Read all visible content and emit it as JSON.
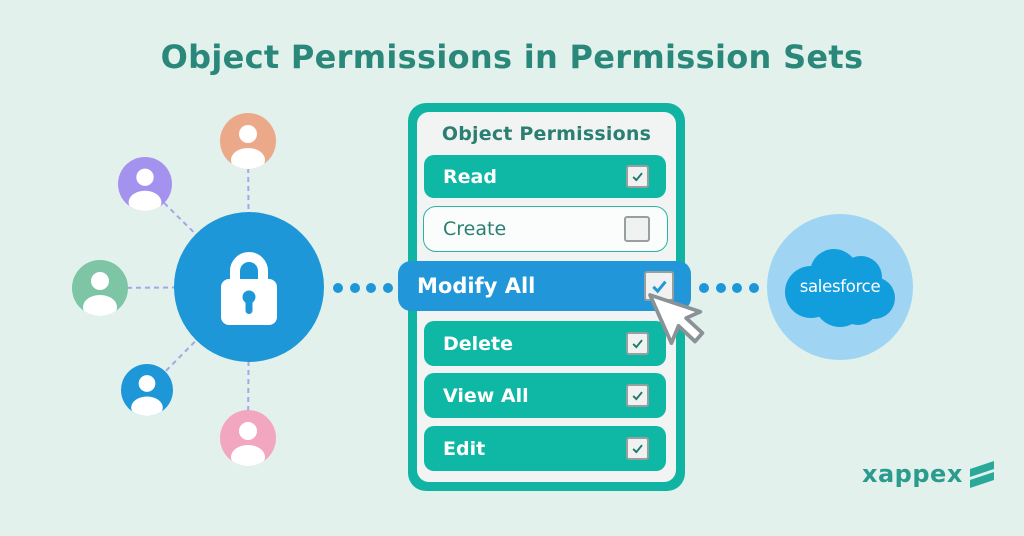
{
  "title": "Object Permissions in Permission Sets",
  "permissions_card": {
    "header": "Object Permissions",
    "rows": [
      {
        "label": "Read",
        "checked": true,
        "style": "teal"
      },
      {
        "label": "Create",
        "checked": false,
        "style": "outline"
      },
      {
        "label": "Modify All",
        "checked": true,
        "style": "blue-highlight-selected"
      },
      {
        "label": "Delete",
        "checked": true,
        "style": "teal"
      },
      {
        "label": "View All",
        "checked": true,
        "style": "teal"
      },
      {
        "label": "Edit",
        "checked": true,
        "style": "teal"
      }
    ]
  },
  "salesforce": {
    "label": "salesforce"
  },
  "branding": {
    "logo_text": "xappex"
  },
  "diagram": {
    "hub_icon": "lock-icon",
    "users": [
      {
        "name": "user-top",
        "color": "#eca98a"
      },
      {
        "name": "user-upper-left",
        "color": "#a492ef"
      },
      {
        "name": "user-left",
        "color": "#7dc5a4"
      },
      {
        "name": "user-lower-left",
        "color": "#1e97d9"
      },
      {
        "name": "user-bottom",
        "color": "#f2a6bf"
      }
    ]
  },
  "colors": {
    "background": "#e3f1ed",
    "title_text": "#2a887a",
    "teal_primary": "#0fb7a5",
    "card_frame": "#11b4a2",
    "card_panel": "#f2f4f3",
    "highlight_blue": "#2196d8",
    "dash_purple": "#a6a5e9",
    "dot_blue": "#1e97d9",
    "salesforce_cloud": "#129edc",
    "salesforce_circle": "#9fd4f3",
    "brand_teal": "#2a9b8d"
  }
}
